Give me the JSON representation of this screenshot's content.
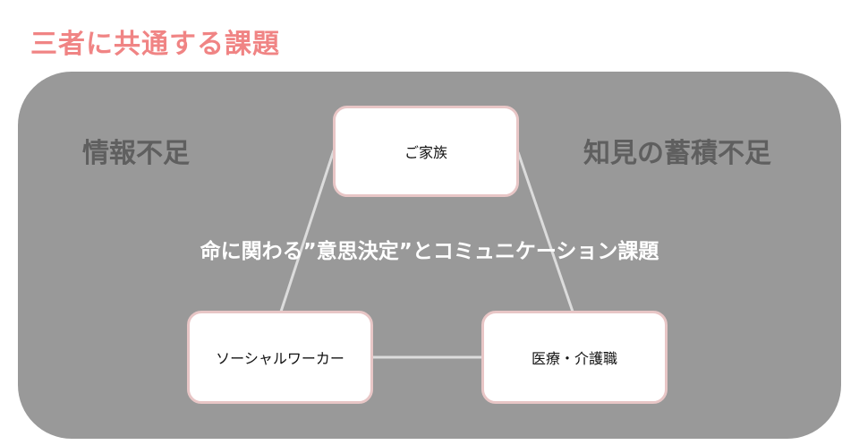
{
  "title": "三者に共通する課題",
  "corners": {
    "left": "情報不足",
    "right": "知見の蓄積不足"
  },
  "center_text": "命に関わる”意思決定”とコミュニケーション課題",
  "nodes": {
    "family": "ご家族",
    "social_worker": "ソーシャルワーカー",
    "medical": "医療・介護職"
  },
  "colors": {
    "title": "#f08484",
    "panel": "#999999",
    "corner_text": "#5f5f5f",
    "node_border": "#e8c6c6",
    "connector": "#dcdcdc"
  }
}
